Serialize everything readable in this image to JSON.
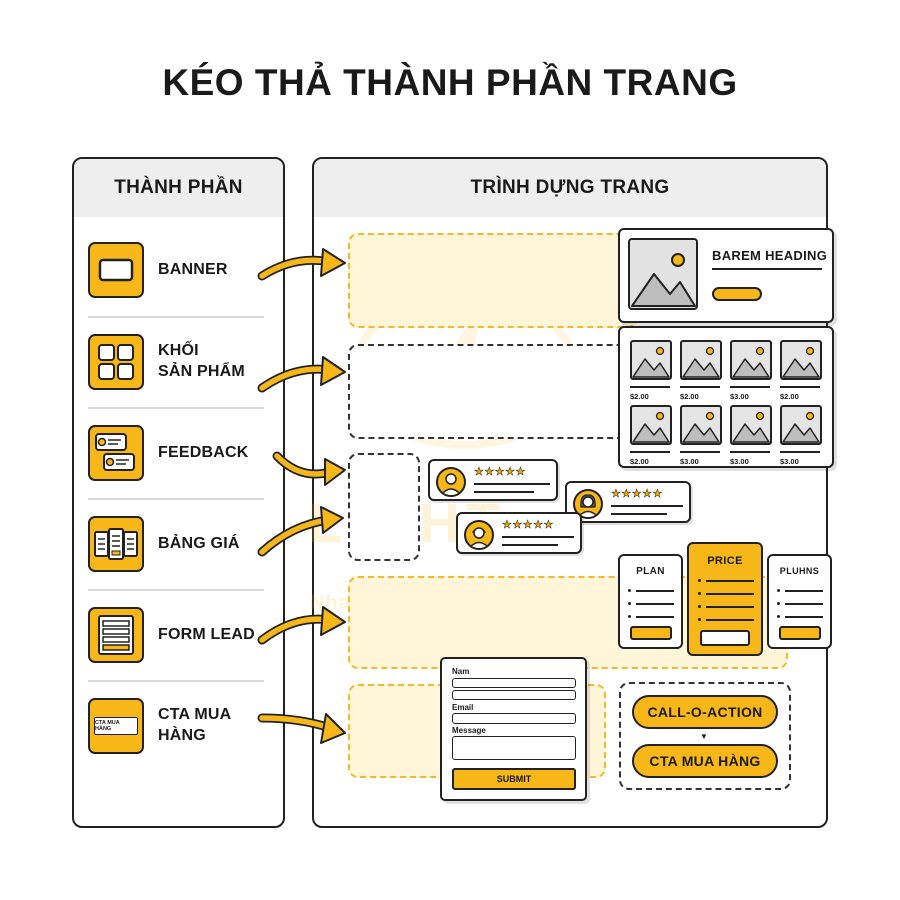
{
  "title": "KÉO THẢ THÀNH PHẦN TRANG",
  "left_panel": {
    "heading": "THÀNH PHẦN",
    "items": [
      {
        "label": "BANNER",
        "icon": "banner-icon"
      },
      {
        "label": "KHỐI\nSẢN PHẨM",
        "icon": "product-grid-icon"
      },
      {
        "label": "FEEDBACK",
        "icon": "chat-bubbles-icon"
      },
      {
        "label": "BẢNG GIÁ",
        "icon": "pricing-table-icon"
      },
      {
        "label": "FORM LEAD",
        "icon": "form-icon"
      },
      {
        "label": "CTA MUA\nHÀNG",
        "icon": "cta-button-icon",
        "icon_text": "CTA MUA HÀNG"
      }
    ]
  },
  "right_panel": {
    "heading": "TRÌNH DỰNG TRANG",
    "banner_card": {
      "heading": "BAREM HEADING"
    },
    "product_block": {
      "prices_row1": [
        "$2.00",
        "$2.00",
        "$3.00",
        "$2.00"
      ],
      "prices_row2": [
        "$2.00",
        "$3.00",
        "$3.00",
        "$3.00"
      ]
    },
    "feedback": {
      "stars": "★★★★★"
    },
    "pricing": {
      "plans": [
        "PLAN",
        "PRICE",
        "PLUHNS"
      ]
    },
    "form": {
      "field1": "Nam",
      "field2": "Email",
      "field3": "Message",
      "submit": "SUBMIT"
    },
    "cta": {
      "primary": "CALL-O-ACTION",
      "arrow": "▼",
      "secondary": "CTA MUA HÀNG"
    }
  },
  "watermark": {
    "brand": "LIGHT",
    "tagline": "Nhanh - Chuẩn - Đẹp"
  },
  "colors": {
    "accent": "#f7b718",
    "dropzone_fill": "#fff5d9",
    "outline": "#222222"
  }
}
